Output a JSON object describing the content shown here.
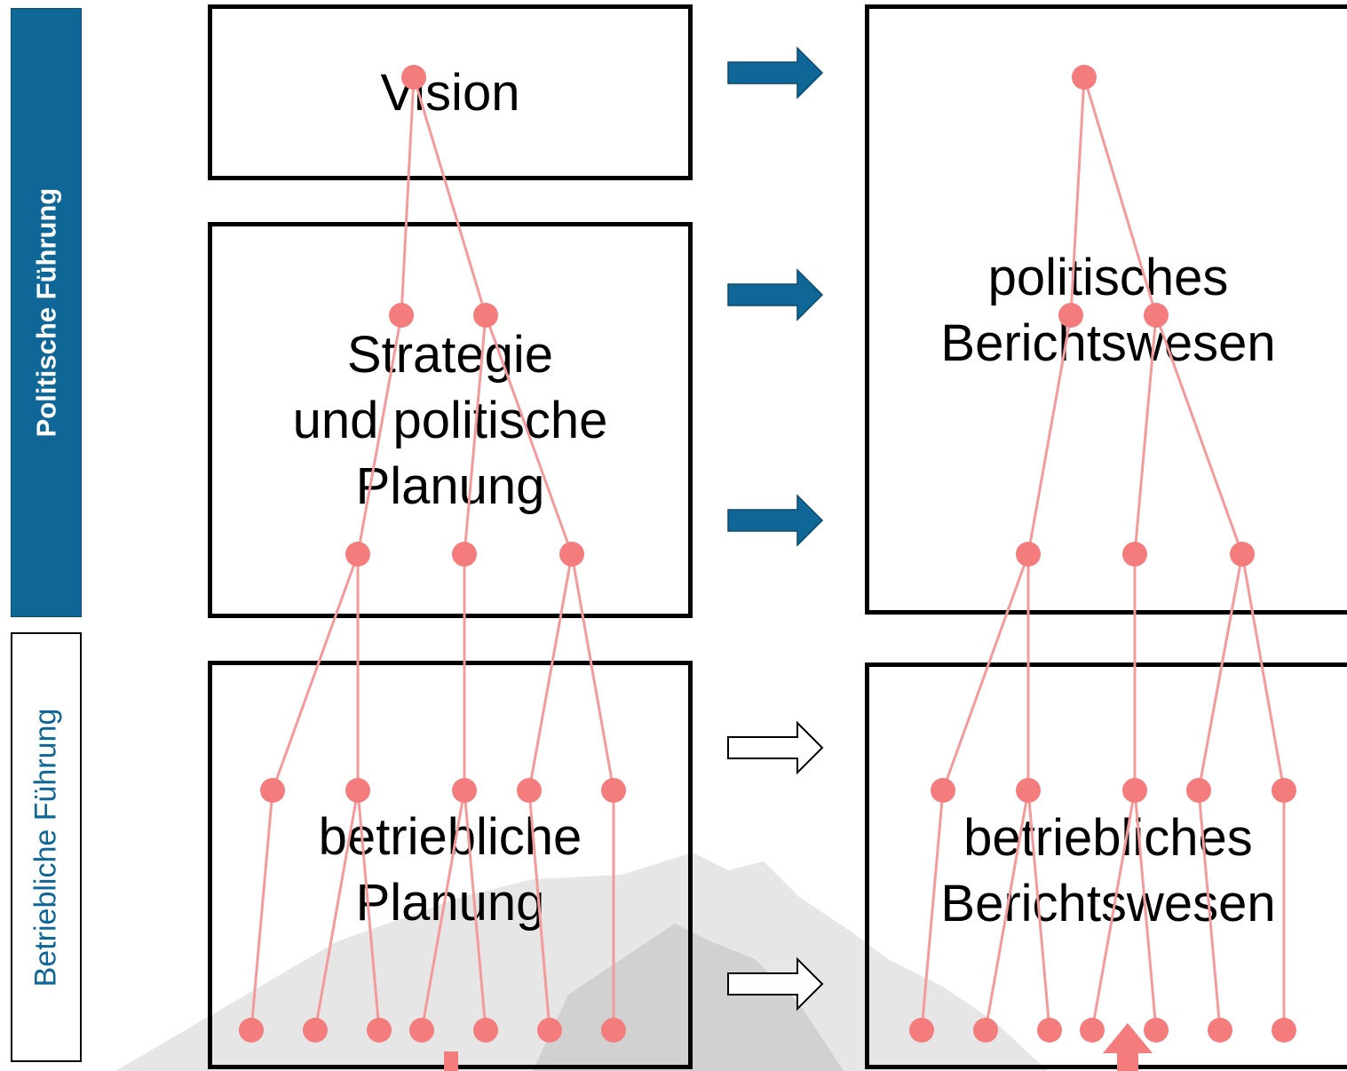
{
  "sidebar": {
    "political": "Politische Führung",
    "operational": "Betriebliche Führung"
  },
  "boxes": {
    "vision": "Vision",
    "strategy": "Strategie\nund politische\nPlanung",
    "operational_planning": "betriebliche\nPlanung",
    "political_reporting": "politisches\nBerichtswesen",
    "operational_reporting": "betriebliches\nBerichtswesen"
  },
  "colors": {
    "accent_blue": "#0f6798",
    "tree_nodes": "#f47c7c",
    "tree_lines": "#f49a9a",
    "arrow_outline": "#000000"
  },
  "arrows": [
    {
      "style": "filled",
      "direction": "right"
    },
    {
      "style": "filled",
      "direction": "right"
    },
    {
      "style": "filled",
      "direction": "right"
    },
    {
      "style": "outline",
      "direction": "right"
    },
    {
      "style": "outline",
      "direction": "right"
    }
  ],
  "tree_levels": [
    1,
    2,
    3,
    5,
    7
  ]
}
